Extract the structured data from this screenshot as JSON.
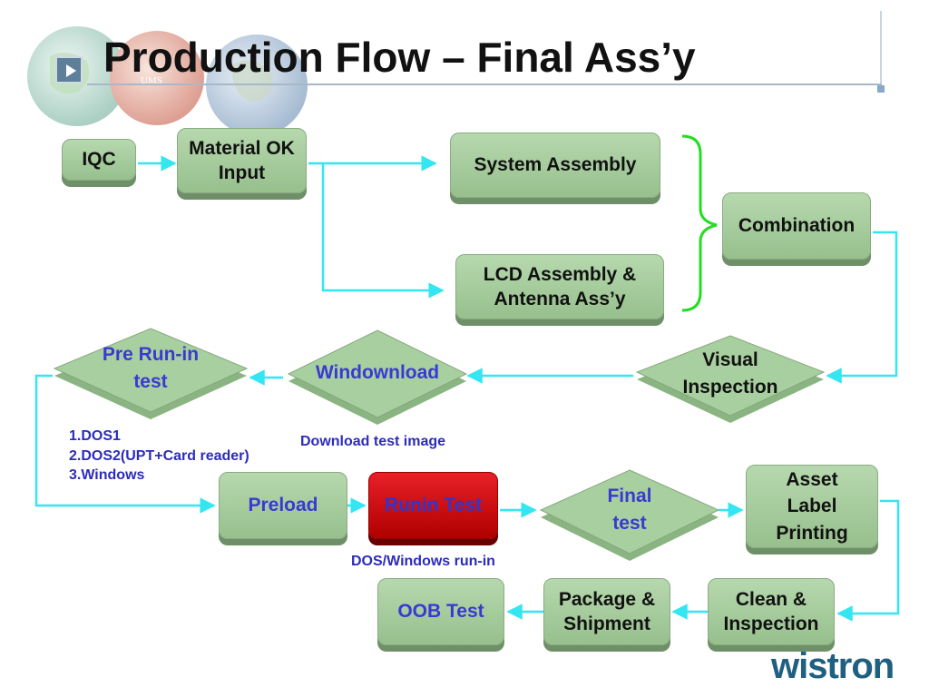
{
  "slide": {
    "title": "Production Flow – Final Ass’y",
    "logo": "wistron",
    "globe_text": "UMS"
  },
  "flow": {
    "iqc": "IQC",
    "material_ok_line1": "Material OK",
    "material_ok_line2": "Input",
    "system_assembly": "System Assembly",
    "lcd_line1": "LCD Assembly &",
    "lcd_line2": "Antenna Ass’y",
    "combination": "Combination",
    "visual_line1": "Visual",
    "visual_line2": "Inspection",
    "windownload": "Windownload",
    "windownload_note": "Download test image",
    "prerun_line1": "Pre Run-in",
    "prerun_line2": "test",
    "prerun_notes": [
      "1.DOS1",
      "2.DOS2(UPT+Card reader)",
      "3.Windows"
    ],
    "preload": "Preload",
    "runin": "Runin Test",
    "runin_note": "DOS/Windows run-in",
    "final_line1": "Final",
    "final_line2": "test",
    "asset_line1": "Asset",
    "asset_line2": "Label",
    "asset_line3": "Printing",
    "clean_line1": "Clean &",
    "clean_line2": "Inspection",
    "package_line1": "Package &",
    "package_line2": "Shipment",
    "oob": "OOB Test"
  },
  "colors": {
    "connector": "#33e6f2",
    "bracket": "#22dd22",
    "box_fill": "#a6cc9c",
    "highlight_box": "#d40b14",
    "blue_text": "#3a3ad2"
  }
}
